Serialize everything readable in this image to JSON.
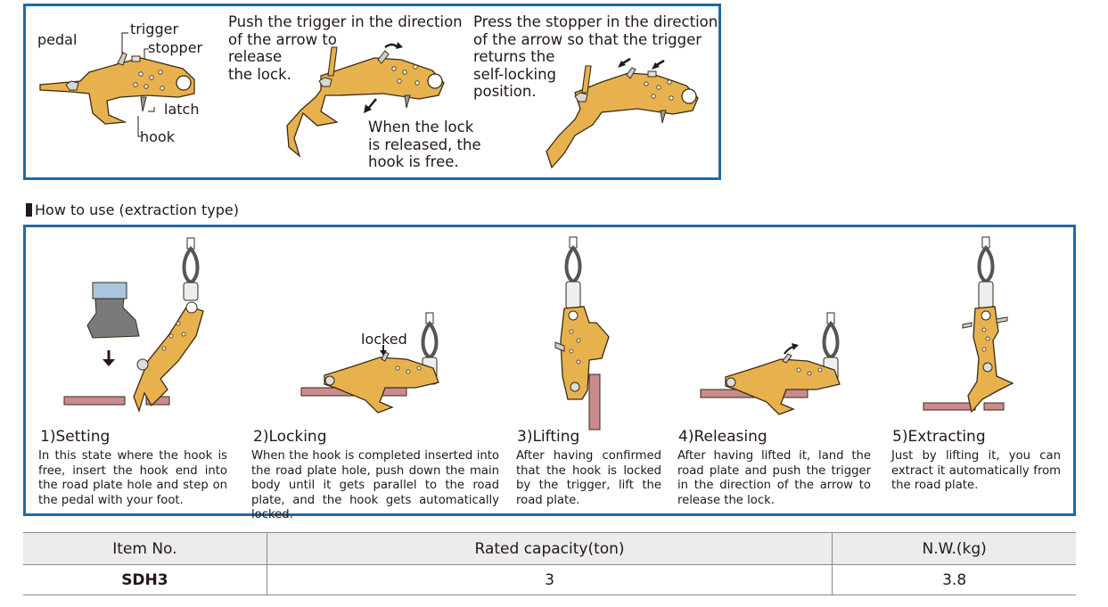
{
  "parts": {
    "pedal": "pedal",
    "trigger": "trigger",
    "stopper": "stopper",
    "latch": "latch",
    "hook": "hook"
  },
  "release_caption": "Push the trigger in the direction\nof the arrow to\nrelease\nthe lock.",
  "free_caption": "When the lock\nis released, the\nhook is free.",
  "selflock_caption": "Press the stopper in the direction\nof the arrow so that the trigger\nreturns the\nself-locking\nposition.",
  "section_heading": "How to use (extraction type)",
  "locked_label": "locked",
  "steps": [
    {
      "title": "1)Setting",
      "desc": "In this state where the hook is free, insert the hook end into the road plate hole and step on the pedal with your foot."
    },
    {
      "title": "2)Locking",
      "desc": "When the hook is completed inserted into the road plate hole, push down the main body until it gets parallel to the road plate, and the hook gets automatically locked."
    },
    {
      "title": "3)Lifting",
      "desc": "After having confirmed that the hook is locked by the trigger, lift the road plate."
    },
    {
      "title": "4)Releasing",
      "desc": "After having lifted it, land the road plate and push the trigger in the direction of the arrow to release the lock."
    },
    {
      "title": "5)Extracting",
      "desc": "Just by lifting it, you can extract it automatically from the road plate."
    }
  ],
  "table": {
    "headers": [
      "Item No.",
      "Rated capacity(ton)",
      "N.W.(kg)"
    ],
    "rows": [
      [
        "SDH3",
        "3",
        "3.8"
      ]
    ]
  },
  "colors": {
    "border": "#1f6aa5",
    "tool": "#e7b24e",
    "plate": "#c98b8d",
    "text": "#231815"
  }
}
